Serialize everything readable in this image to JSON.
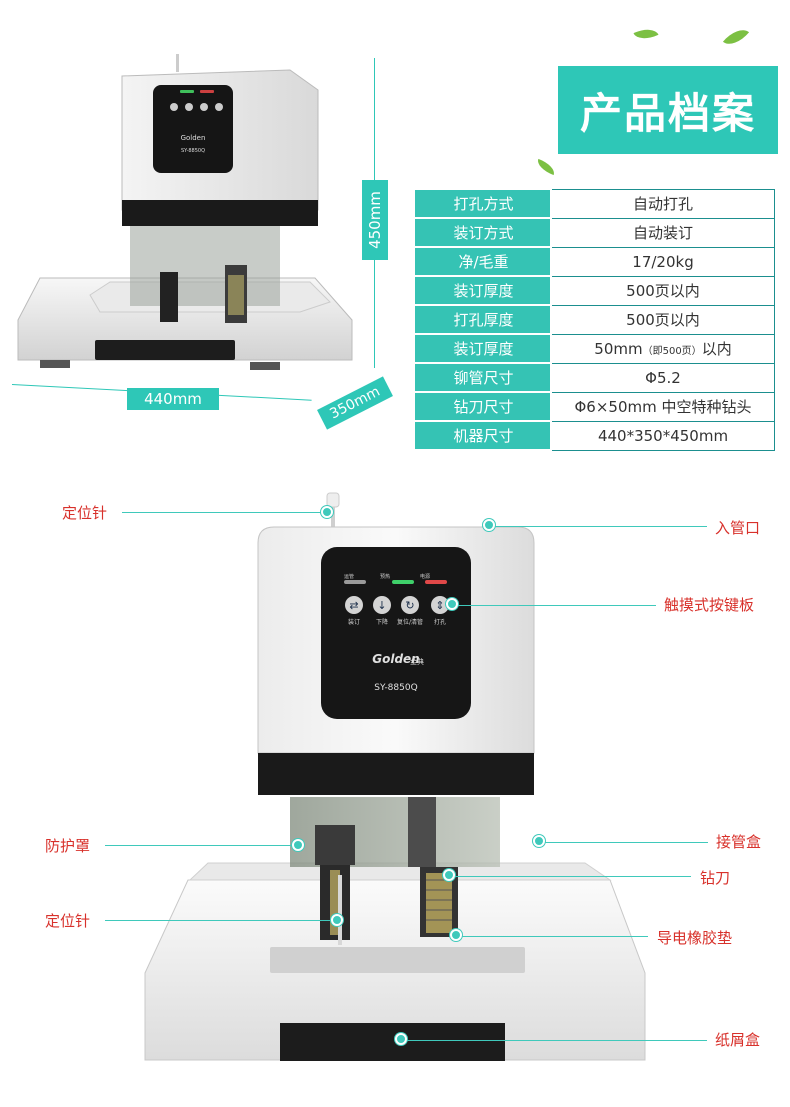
{
  "header": {
    "title": "产品档案"
  },
  "dimensions": {
    "height": "450mm",
    "width": "440mm",
    "depth": "350mm"
  },
  "specs": [
    {
      "key": "打孔方式",
      "value": "自动打孔"
    },
    {
      "key": "装订方式",
      "value": "自动装订"
    },
    {
      "key": "净/毛重",
      "value": "17/20kg"
    },
    {
      "key": "装订厚度",
      "value": "500页以内"
    },
    {
      "key": "打孔厚度",
      "value": "500页以内"
    },
    {
      "key": "装订厚度",
      "value_main": "50mm",
      "value_note": "（即500页）",
      "value_tail": "以内"
    },
    {
      "key": "铆管尺寸",
      "value": "Φ5.2"
    },
    {
      "key": "钻刀尺寸",
      "value": "Φ6×50mm 中空特种钻头"
    },
    {
      "key": "机器尺寸",
      "value": "440*350*450mm"
    }
  ],
  "machine": {
    "brand": "Golden",
    "brand_cn": "金典",
    "model": "SY-8850Q",
    "indicators": [
      "运管",
      "预热",
      "电源"
    ],
    "buttons": [
      {
        "label": "装订",
        "icon": "bind-icon"
      },
      {
        "label": "下降",
        "icon": "down-icon"
      },
      {
        "label": "复位/清管",
        "icon": "reset-icon"
      },
      {
        "label": "打孔",
        "icon": "drill-icon"
      }
    ]
  },
  "callouts": {
    "positioning_pin_top": "定位针",
    "tube_inlet": "入管口",
    "touch_panel": "触摸式按键板",
    "guard": "防护罩",
    "tube_box": "接管盒",
    "drill": "钻刀",
    "positioning_pin_bottom": "定位针",
    "rubber_pad": "导电橡胶垫",
    "scrap_box": "纸屑盒"
  },
  "colors": {
    "accent": "#2ec7b7",
    "callout_text": "#d8312b",
    "leaf": "#7cc043"
  }
}
